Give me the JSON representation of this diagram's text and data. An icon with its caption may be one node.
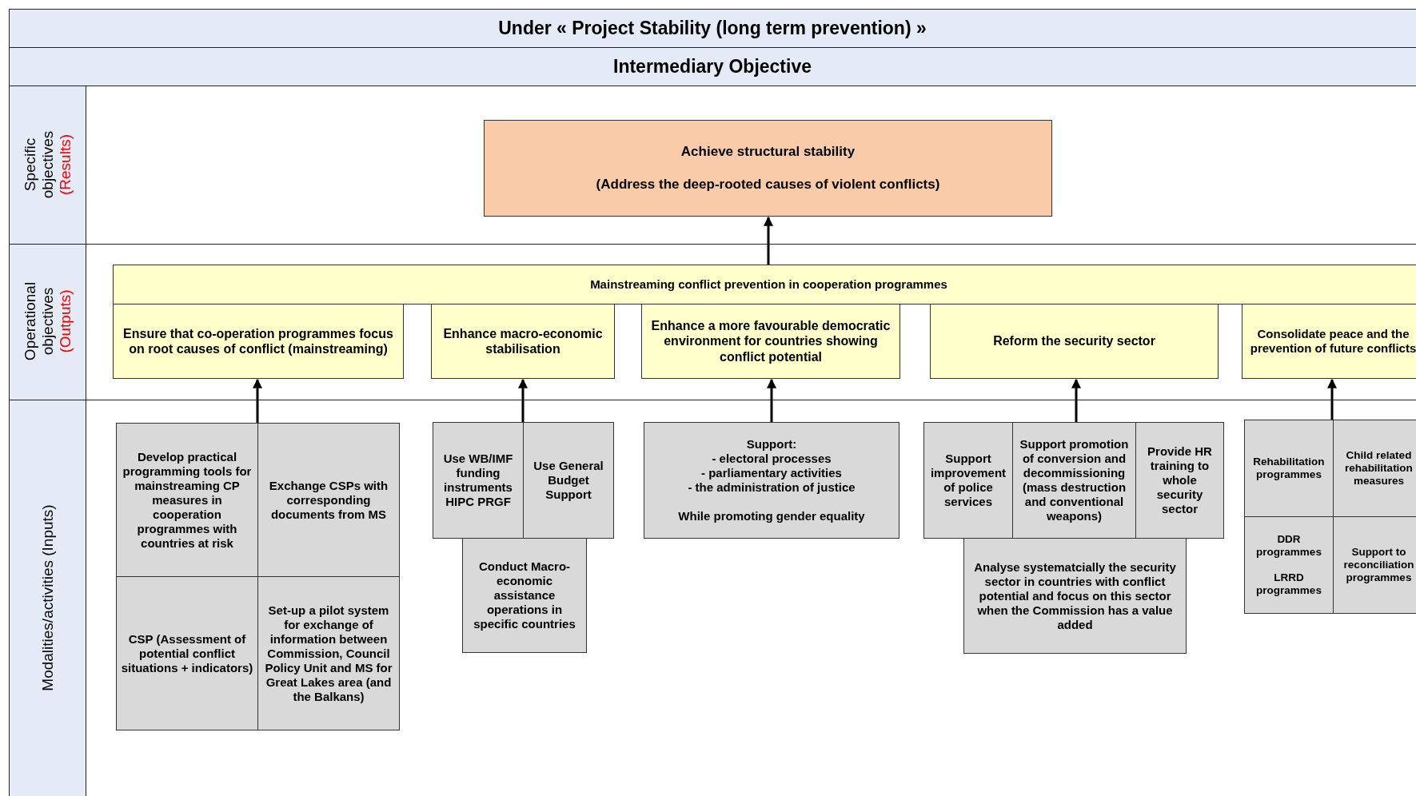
{
  "diagram": {
    "title": "Under « Project Stability (long term prevention) »",
    "nodes": [
      {
        "text": [
          "Achieve structural stability",
          "(Address the deep-rooted causes of violent conflicts)"
        ]
      },
      {
        "text": [
          "Mainstreaming conflict prevention in cooperation programmes"
        ]
      },
      {
        "text": [
          "Ensure that co-operation programmes focus on root causes of conflict (mainstreaming)"
        ]
      },
      {
        "text": [
          "Enhance macro-economic stabilisation"
        ]
      },
      {
        "text": [
          "Enhance a more favourable democratic environment for countries showing conflict potential"
        ]
      },
      {
        "text": [
          "Reform the security sector"
        ]
      },
      {
        "text": [
          "Consolidate peace and the prevention of future conflicts"
        ]
      },
      {
        "text": [
          "Develop practical programming tools for mainstreaming CP measures in cooperation programmes with countries at risk"
        ]
      },
      {
        "text": [
          "Exchange CSPs with corresponding documents from MS"
        ]
      },
      {
        "text": [
          "CSP (Assessment of potential conflict situations + indicators)"
        ]
      },
      {
        "text": [
          "Set-up a pilot system for exchange of information between Commission, Council Policy Unit and MS for Great Lakes area (and the Balkans)"
        ]
      },
      {
        "text": [
          "Use WB/IMF funding instruments HIPC PRGF"
        ]
      },
      {
        "text": [
          "Use General Budget Support"
        ]
      },
      {
        "text": [
          "Conduct Macro-economic assistance operations in specific countries"
        ]
      },
      {
        "text": [
          "Support:",
          "- electoral processes",
          "- parliamentary activities",
          "- the administration of justice",
          "While promoting gender equality"
        ]
      },
      {
        "text": [
          "Support improvement of police services"
        ]
      },
      {
        "text": [
          "Support promotion of conversion and decommissioning (mass destruction and conventional weapons)"
        ]
      },
      {
        "text": [
          "Provide HR training to whole security sector"
        ]
      },
      {
        "text": [
          "Analyse systematcially the security sector in countries with conflict potential and focus on this sector when the Commission has a value added"
        ]
      },
      {
        "text": [
          "Rehabilitation programmes"
        ]
      },
      {
        "text": [
          "Child related rehabilitation measures"
        ]
      },
      {
        "text": [
          "DDR programmes",
          "LRRD programmes"
        ]
      },
      {
        "text": [
          "Support to reconciliation programmes"
        ]
      }
    ],
    "edges": [
      {
        "from": 1,
        "to": 0,
        "arrow": "to"
      },
      {
        "from": 7,
        "to": 2,
        "arrow": "to"
      },
      {
        "from": 11,
        "to": 3,
        "arrow": "to"
      },
      {
        "from": 14,
        "to": 4,
        "arrow": "to"
      },
      {
        "from": 16,
        "to": 5,
        "arrow": "to"
      },
      {
        "from": 19,
        "to": 6,
        "arrow": "to"
      }
    ],
    "labels": [
      "Intermediary Objective",
      "Specific objectives",
      "(Results)",
      "Operational objectives",
      "(Outputs)",
      "Modalities/activities (Inputs)"
    ]
  }
}
